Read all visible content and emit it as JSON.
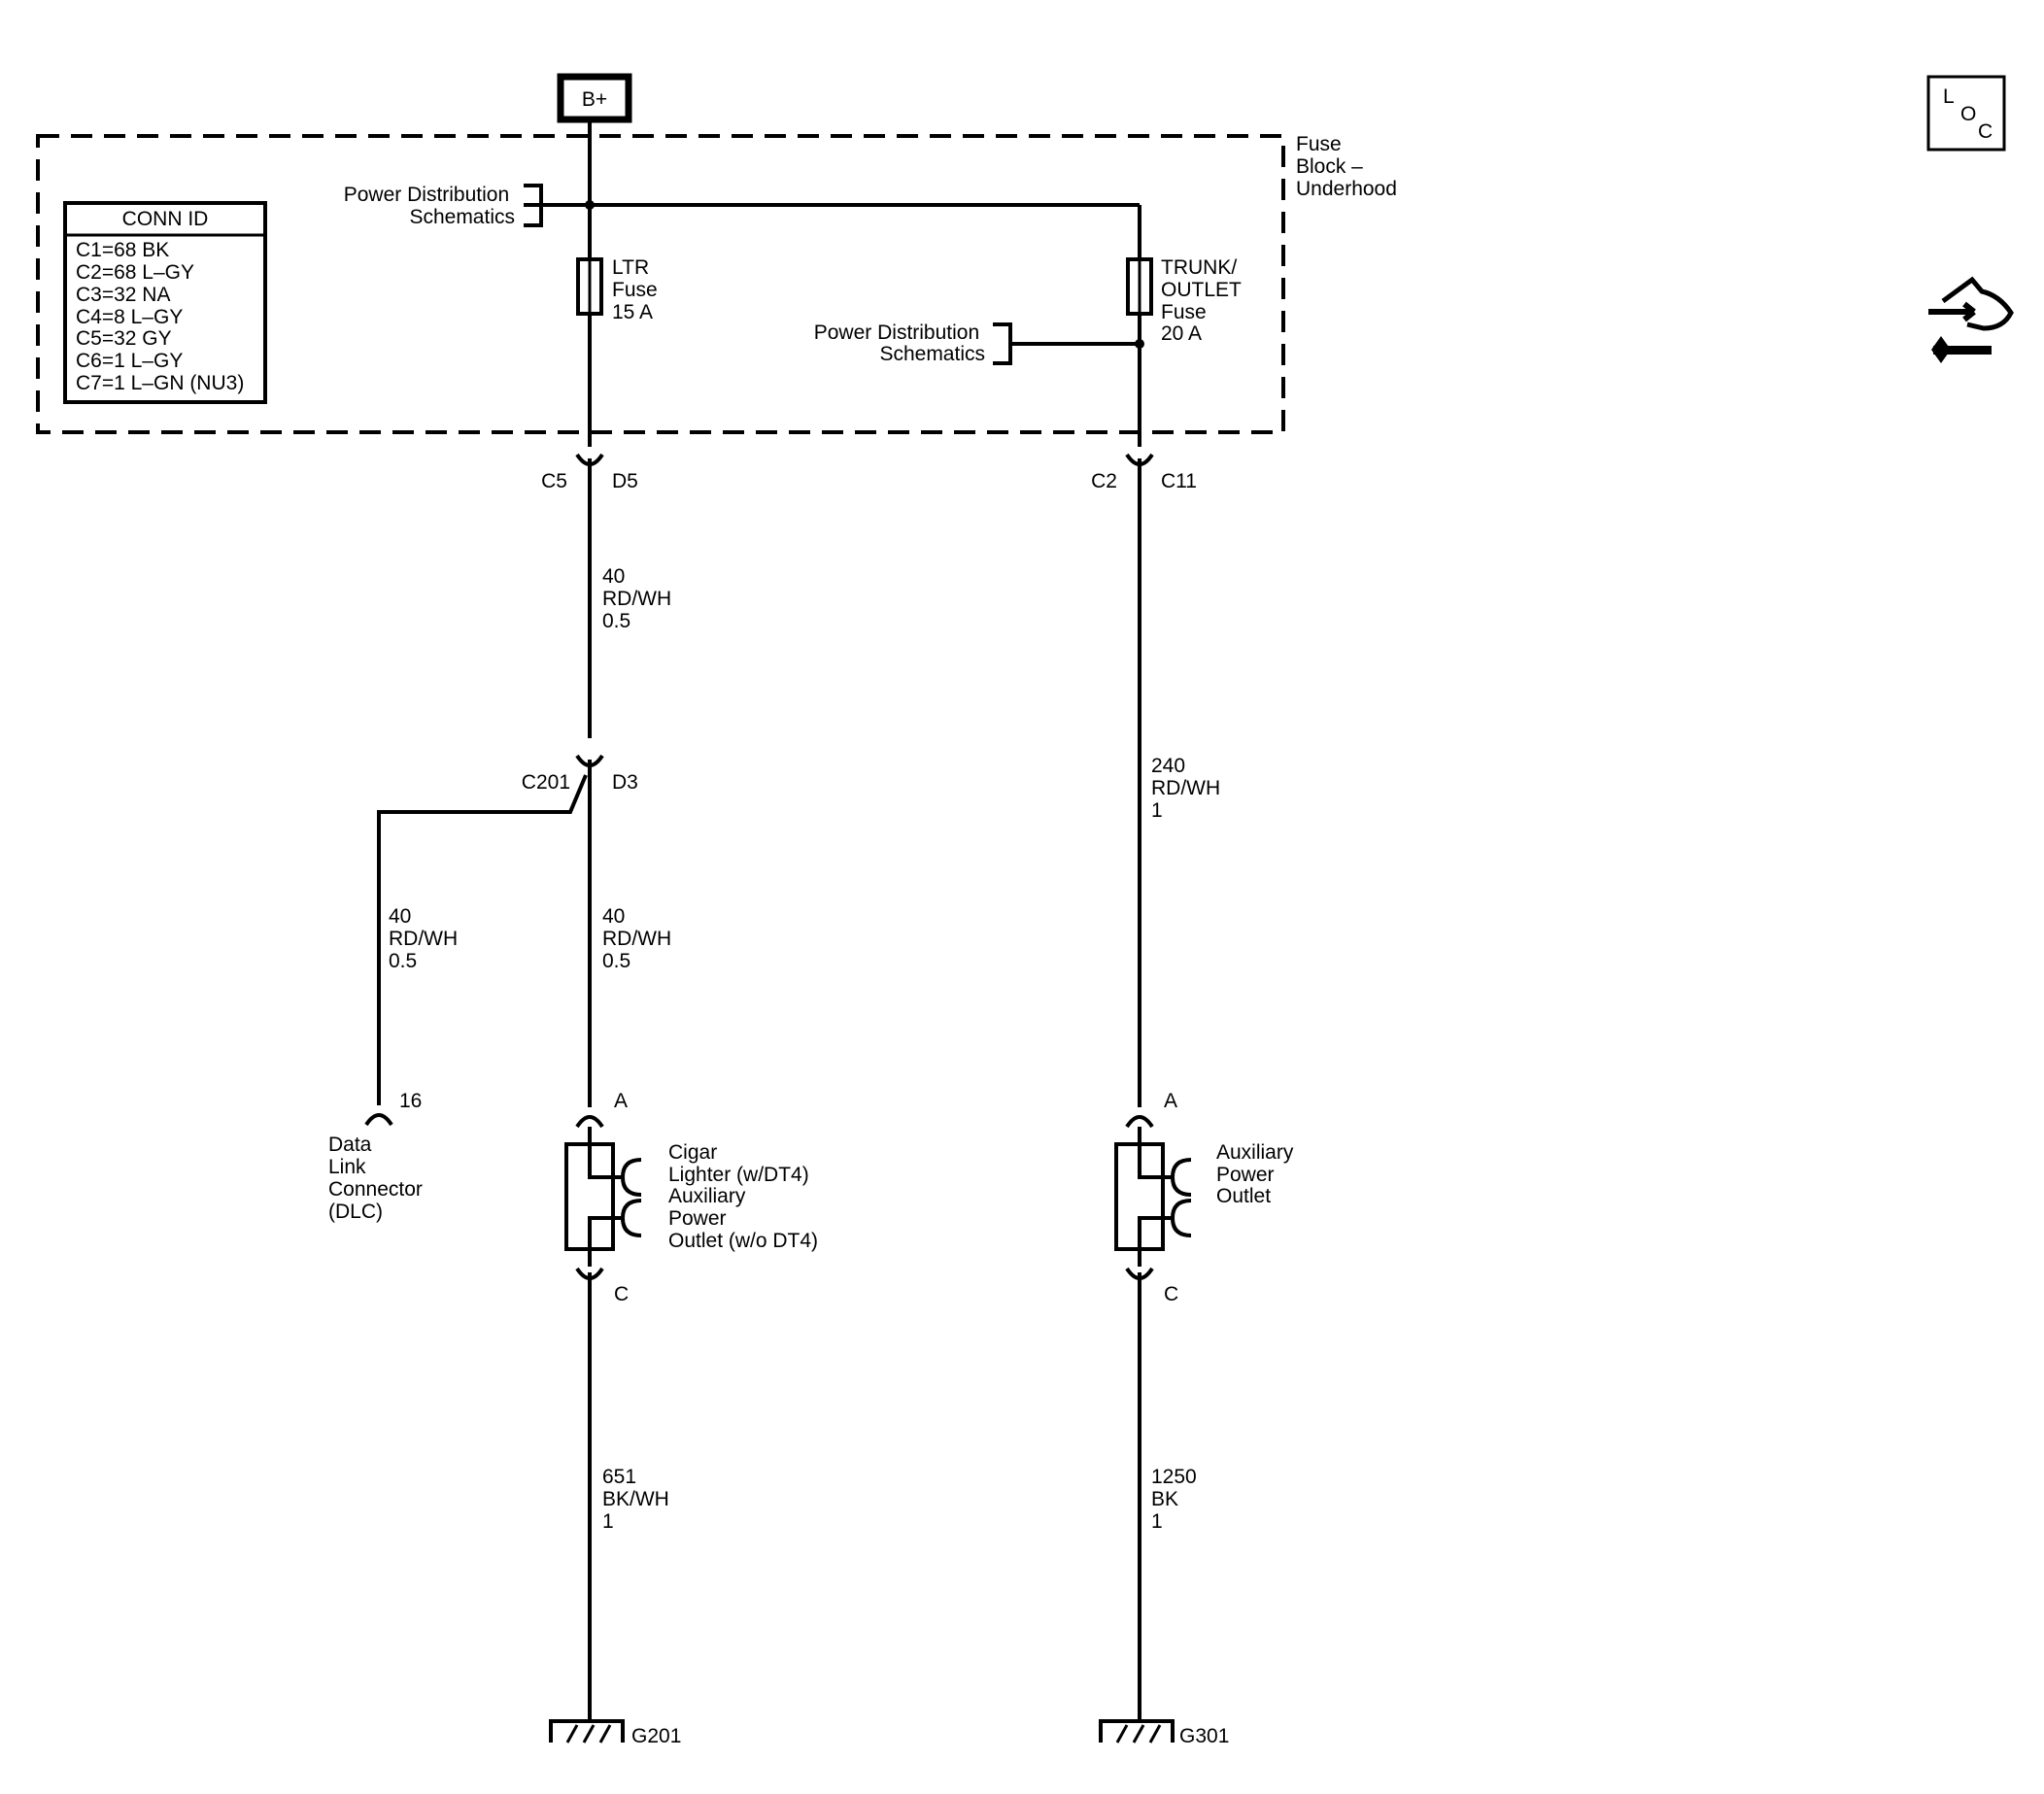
{
  "power_source": "B+",
  "fuse_block_label": [
    "Fuse",
    "Block –",
    "Underhood"
  ],
  "conn_id": {
    "title": "CONN ID",
    "rows": [
      "C1=68 BK",
      "C2=68 L–GY",
      "C3=32 NA",
      "C4=8 L–GY",
      "C5=32 GY",
      "C6=1 L–GY",
      "C7=1 L–GN (NU3)"
    ]
  },
  "refs": {
    "power_dist_1": [
      "Power Distribution",
      "Schematics"
    ],
    "power_dist_2": [
      "Power Distribution",
      "Schematics"
    ]
  },
  "fuses": {
    "ltr": [
      "LTR",
      "Fuse",
      "15 A"
    ],
    "trunk": [
      "TRUNK/",
      "OUTLET",
      "Fuse",
      "20 A"
    ]
  },
  "connectors": {
    "c5": "C5",
    "d5": "D5",
    "c2": "C2",
    "c11": "C11",
    "c201": "C201",
    "d3": "D3",
    "pin16": "16",
    "pin_a1": "A",
    "pin_c1": "C",
    "pin_a2": "A",
    "pin_c2": "C"
  },
  "wires": {
    "left_top": [
      "40",
      "RD/WH",
      "0.5"
    ],
    "right_top": [
      "240",
      "RD/WH",
      "1"
    ],
    "dlc_wire": [
      "40",
      "RD/WH",
      "0.5"
    ],
    "lighter_wire": [
      "40",
      "RD/WH",
      "0.5"
    ],
    "left_ground": [
      "651",
      "BK/WH",
      "1"
    ],
    "right_ground": [
      "1250",
      "BK",
      "1"
    ]
  },
  "components": {
    "dlc": [
      "Data",
      "Link",
      "Connector",
      "(DLC)"
    ],
    "lighter": [
      "Cigar",
      "Lighter (w/DT4)",
      "Auxiliary",
      "Power",
      "Outlet (w/o DT4)"
    ],
    "aux": [
      "Auxiliary",
      "Power",
      "Outlet"
    ]
  },
  "grounds": {
    "g201": "G201",
    "g301": "G301"
  },
  "icons": {
    "loc": [
      "L",
      "O",
      "C"
    ]
  }
}
